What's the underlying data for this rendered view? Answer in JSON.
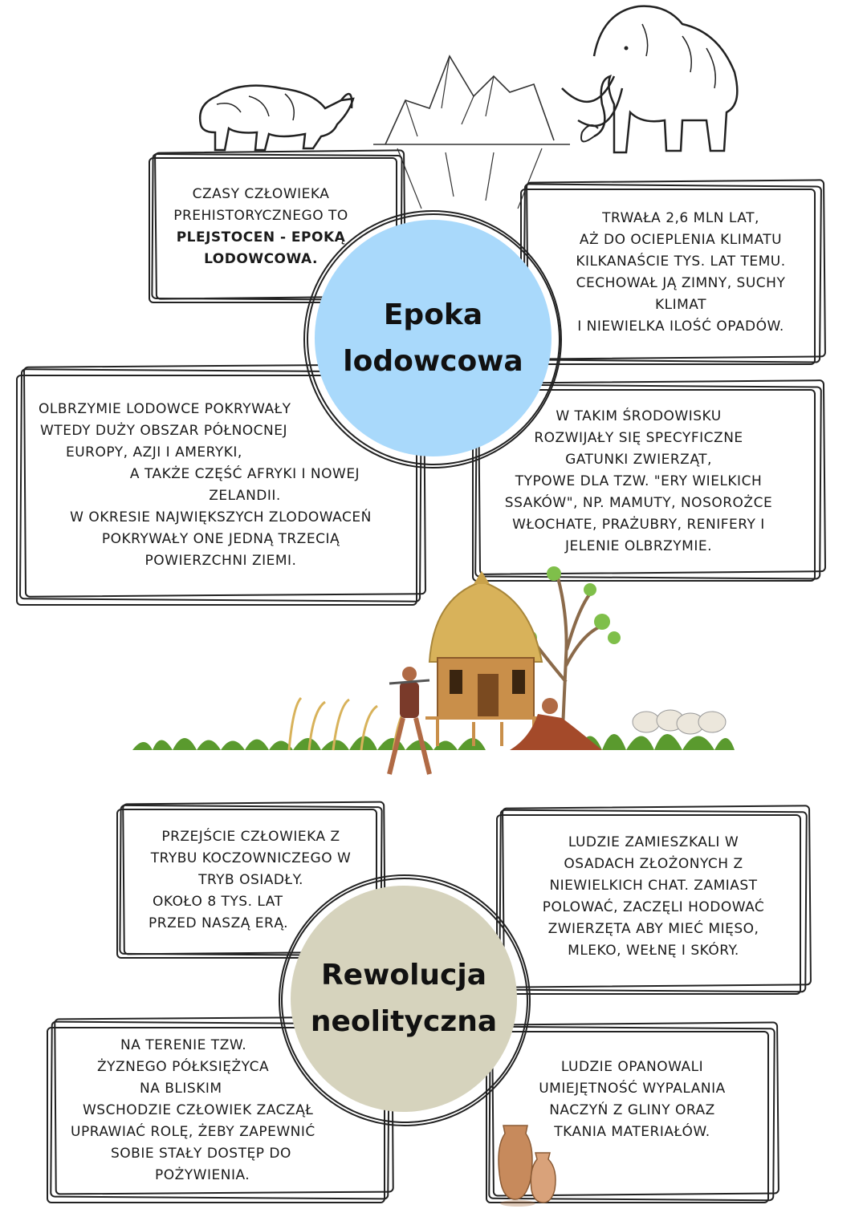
{
  "sections": [
    {
      "title_lines": [
        "Epoka",
        "lodowcowa"
      ],
      "circle_color": "#a9d9fb",
      "boxes": [
        {
          "lines": [
            "CZASY CZŁOWIEKA",
            "PREHISTORYCZNEGO TO",
            "PLEJSTOCEN -  EPOKĄ",
            "LODOWCOWA."
          ]
        },
        {
          "lines": [
            "TRWAŁA 2,6 MLN LAT,",
            "AŻ DO OCIEPLENIA KLIMATU",
            "KILKANAŚCIE TYS. LAT TEMU.",
            "CECHOWAŁ JĄ ZIMNY, SUCHY",
            "KLIMAT",
            "I NIEWIELKA ILOŚĆ OPADÓW."
          ]
        },
        {
          "lines": [
            "OLBRZYMIE LODOWCE POKRYWAŁY",
            "WTEDY DUŻY OBSZAR PÓŁNOCNEJ",
            "EUROPY, AZJI I AMERYKI,",
            "A TAKŻE CZĘŚĆ AFRYKI I NOWEJ",
            "ZELANDII.",
            "W OKRESIE NAJWIĘKSZYCH ZLODOWACEŃ",
            "POKRYWAŁY ONE JEDNĄ TRZECIĄ",
            "POWIERZCHNI ZIEMI."
          ]
        },
        {
          "lines": [
            "W TAKIM ŚRODOWISKU",
            "ROZWIJAŁY SIĘ SPECYFICZNE",
            "GATUNKI ZWIERZĄT,",
            "TYPOWE DLA TZW. \"ERY WIELKICH",
            "SSAKÓW\", NP. MAMUTY, NOSOROŻCE",
            "WŁOCHATE, PRAŻUBRY, RENIFERY I",
            "JELENIE OLBRZYMIE."
          ]
        }
      ]
    },
    {
      "title_lines": [
        "Rewolucja",
        "neolityczna"
      ],
      "circle_color": "#d6d3bd",
      "boxes": [
        {
          "lines": [
            "PRZEJŚCIE CZŁOWIEKA Z",
            "TRYBU KOCZOWNICZEGO W",
            "TRYB OSIADŁY.",
            "OKOŁO 8 TYS. LAT",
            "PRZED NASZĄ ERĄ."
          ]
        },
        {
          "lines": [
            "LUDZIE ZAMIESZKALI W",
            "OSADACH ZŁOŻONYCH Z",
            "NIEWIELKICH CHAT. ZAMIAST",
            "POLOWAĆ, ZACZĘLI HODOWAĆ",
            "ZWIERZĘTA ABY MIEĆ MIĘSO,",
            "MLEKO, WEŁNĘ I SKÓRY."
          ]
        },
        {
          "lines": [
            "NA TERENIE TZW.",
            "ŻYZNEGO PÓŁKSIĘŻYCA",
            "NA BLISKIM",
            "WSCHODZIE CZŁOWIEK ZACZĄŁ",
            "UPRAWIAĆ ROLĘ, ŻEBY ZAPEWNIĆ",
            "SOBIE STAŁY DOSTĘP DO",
            "POŻYWIENIA."
          ]
        },
        {
          "lines": [
            "LUDZIE OPANOWALI",
            "UMIEJĘTNOŚĆ WYPALANIA",
            "NACZYŃ Z GLINY ORAZ",
            "TKANIA MATERIAŁÓW."
          ]
        }
      ]
    }
  ],
  "illustrations": {
    "top": [
      "woolly-rhino-icon",
      "iceberg-icon",
      "mammoth-icon"
    ],
    "middle": [
      "hut-icon",
      "tree-icon",
      "hunter-icon",
      "sitting-woman-icon",
      "grass-icon",
      "sheep-icon"
    ],
    "bottom": [
      "clay-pots-icon"
    ]
  },
  "colors": {
    "ice_circle": "#a9d9fb",
    "neolithic_circle": "#d6d3bd",
    "ink": "#222222",
    "grass": "#5a9a2e",
    "straw": "#d8b25a"
  }
}
